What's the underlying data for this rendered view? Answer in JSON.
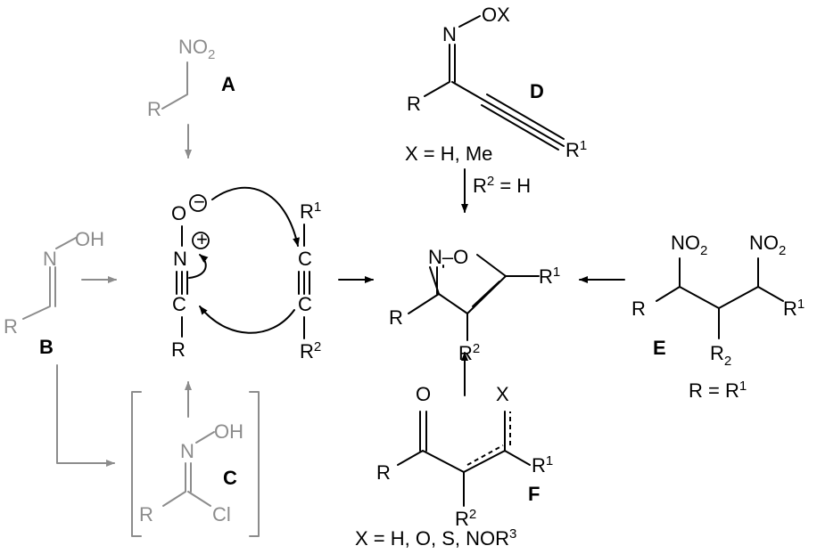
{
  "labels": {
    "A": "A",
    "B": "B",
    "C": "C",
    "D": "D",
    "E": "E",
    "F": "F"
  },
  "atoms": {
    "N": "N",
    "O": "O",
    "C": "C",
    "R": "R",
    "X": "X",
    "Cl": "Cl",
    "O_minus": "O",
    "N_plus": "N",
    "NO": "NO",
    "OH": "OH",
    "OX": "OX",
    "N_O": "N–O",
    "sub2": "2",
    "sup1": "1",
    "sup2": "2",
    "sup3": "3"
  },
  "charges": {
    "minus": "−",
    "plus": "+"
  },
  "notes": {
    "D_x": "X = H, Me",
    "D_r2_prefix": "R",
    "D_r2_suffix": " = H",
    "E_eq_prefix": "R = R",
    "F_x_prefix": "X = H, O, S, NOR"
  },
  "colors": {
    "main": "#000000",
    "faded": "#8c8c8c"
  }
}
